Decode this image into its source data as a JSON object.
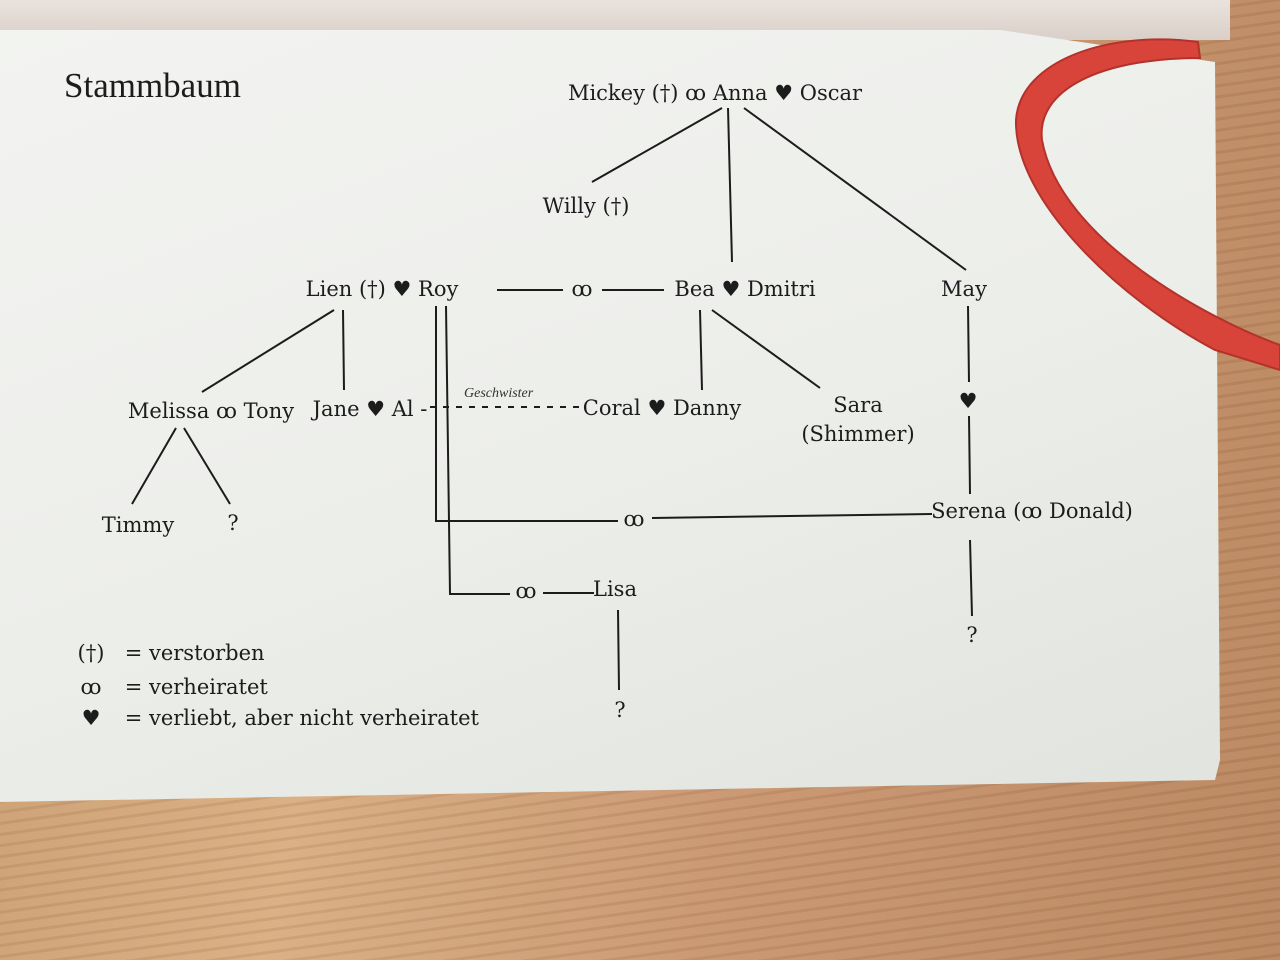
{
  "title": "Stammbaum",
  "colors": {
    "ribbon": "#d8433a",
    "ink": "#1c1c1c",
    "paper": "#eef0ec"
  },
  "nodes": {
    "grandparents": "Mickey (†) ꝏ Anna ♥ Oscar",
    "willy": "Willy (†)",
    "lien_roy": "Lien (†) ♥ Roy",
    "bea_dmitri": "Bea ♥ Dmitri",
    "may": "May",
    "melissa_tony": "Melissa ꝏ Tony",
    "jane_al": "Jane ♥ Al -",
    "coral_danny": "Coral ♥ Danny",
    "sara": "Sara",
    "sara_alias": "(Shimmer)",
    "timmy": "Timmy",
    "unknown_melissa_child": "?",
    "serena": "Serena (ꝏ Donald)",
    "lisa": "Lisa",
    "unknown_lisa_child": "?",
    "unknown_serena_child": "?"
  },
  "edge_labels": {
    "geschwister": "Geschwister",
    "married_symbol": "ꝏ",
    "heart_symbol": "♥"
  },
  "legend": [
    {
      "symbol": "(†)",
      "text": "= verstorben"
    },
    {
      "symbol": "ꝏ",
      "text": "= verheiratet"
    },
    {
      "symbol": "♥",
      "text": "= verliebt, aber nicht verheiratet"
    }
  ]
}
